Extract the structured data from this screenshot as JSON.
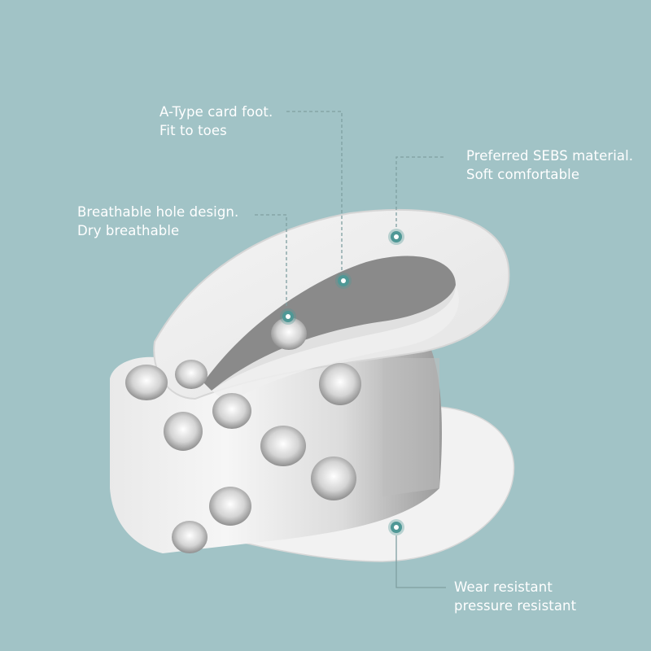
{
  "background_color": "#a1c3c6",
  "marker_color": "#4f9896",
  "annotations": [
    {
      "id": "toe-fit",
      "line1": "A-Type card foot.",
      "line2": "Fit to toes",
      "marker": [
        422,
        345
      ]
    },
    {
      "id": "material",
      "line1": "Preferred SEBS material.",
      "line2": "Soft comfortable",
      "marker": [
        487,
        291
      ]
    },
    {
      "id": "breathable",
      "line1": "Breathable hole design.",
      "line2": "Dry breathable",
      "marker": [
        354,
        389
      ]
    },
    {
      "id": "durability",
      "line1": "Wear resistant",
      "line2": "pressure resistant",
      "marker": [
        487,
        648
      ]
    }
  ]
}
